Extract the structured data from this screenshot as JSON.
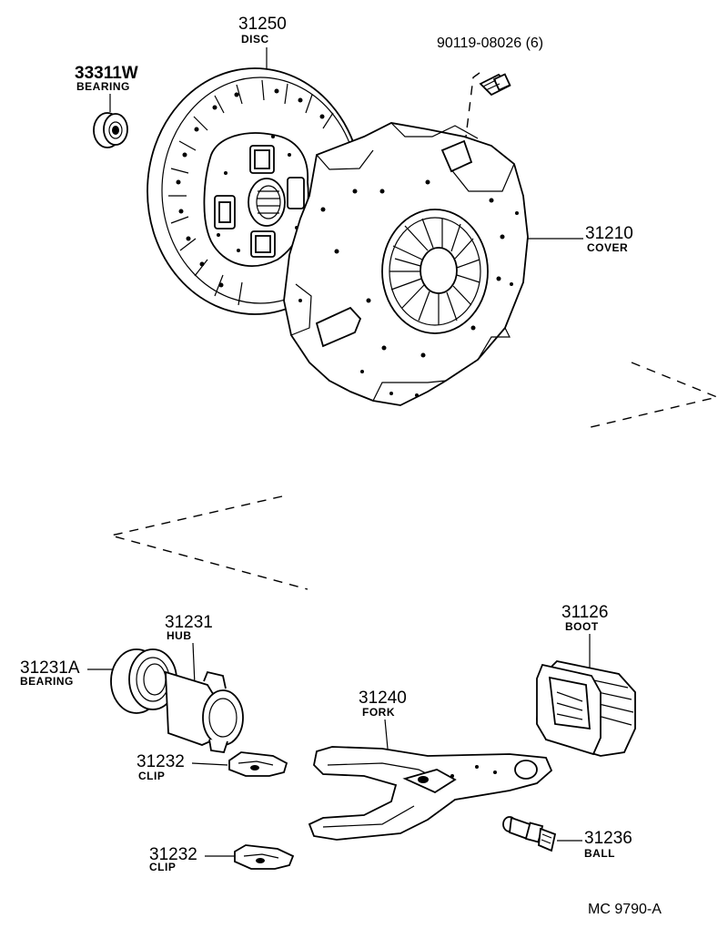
{
  "parts": {
    "disc": {
      "number": "31250",
      "name": "DISC"
    },
    "bolt": {
      "number": "90119-08026 (6)"
    },
    "bearing_top": {
      "number": "33311W",
      "name": "BEARING"
    },
    "cover": {
      "number": "31210",
      "name": "COVER"
    },
    "hub": {
      "number": "31231",
      "name": "HUB"
    },
    "bearing_left": {
      "number": "31231A",
      "name": "BEARING"
    },
    "boot": {
      "number": "31126",
      "name": "BOOT"
    },
    "fork": {
      "number": "31240",
      "name": "FORK"
    },
    "clip_1": {
      "number": "31232",
      "name": "CLIP"
    },
    "clip_2": {
      "number": "31232",
      "name": "CLIP"
    },
    "ball": {
      "number": "31236",
      "name": "BALL"
    }
  },
  "diagram_code": "MC 9790-A"
}
